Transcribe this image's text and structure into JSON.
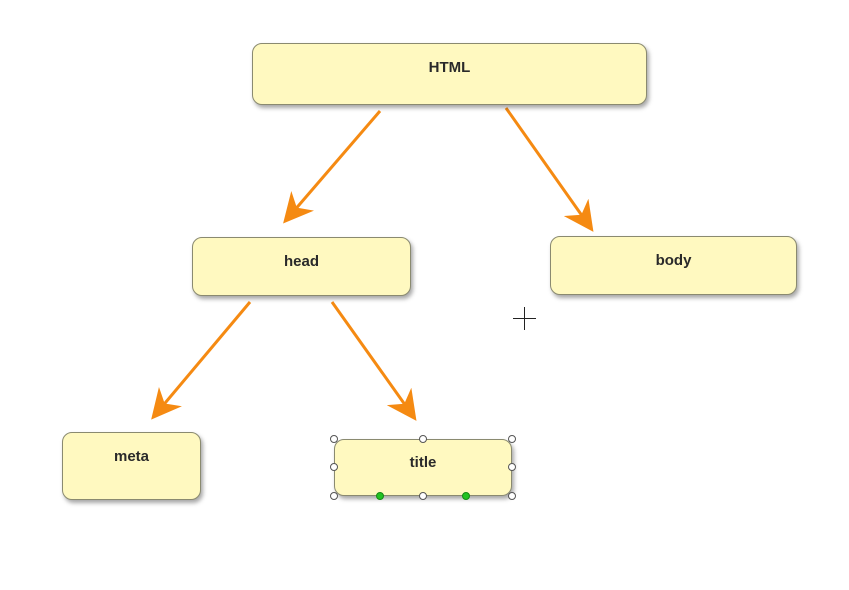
{
  "diagram": {
    "nodes": [
      {
        "id": "html",
        "label": "HTML"
      },
      {
        "id": "head",
        "label": "head"
      },
      {
        "id": "body",
        "label": "body"
      },
      {
        "id": "meta",
        "label": "meta"
      },
      {
        "id": "title",
        "label": "title",
        "selected": true
      }
    ],
    "edges": [
      {
        "from": "html",
        "to": "head"
      },
      {
        "from": "html",
        "to": "body"
      },
      {
        "from": "head",
        "to": "meta"
      },
      {
        "from": "head",
        "to": "title"
      }
    ]
  },
  "colors": {
    "node_fill": "#fff9c0",
    "node_border": "#8a8a70",
    "arrow": "#f58a12",
    "handle_fill": "#ffffff",
    "connection_point": "#22c322"
  },
  "cursor": {
    "icon": "crosshair-cursor-icon"
  }
}
